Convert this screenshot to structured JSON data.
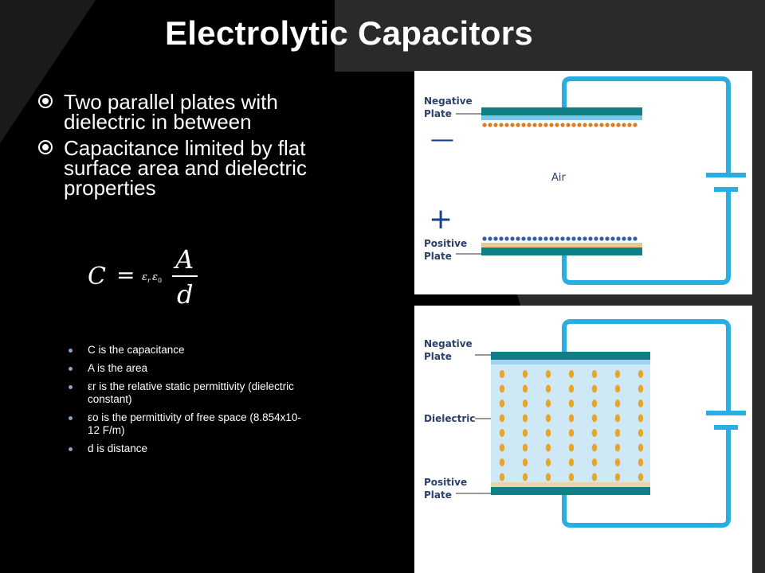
{
  "title": "Electrolytic Capacitors",
  "bullets": [
    "Two parallel plates with dielectric in between",
    "Capacitance limited by flat surface area and dielectric properties"
  ],
  "formula": {
    "lhs": "C",
    "equals": "=",
    "coef_eps_r": "ε",
    "coef_r_sub": "r",
    "coef_eps_0": "ε",
    "coef_0_sub": "0",
    "numerator": "A",
    "denominator": "d"
  },
  "definitions": [
    "C is the capacitance",
    "A is the area",
    "εr is the relative static permittivity (dielectric constant)",
    "εo is the permittivity of free space (8.854x10-12 F/m)",
    "d is distance"
  ],
  "diagram_top": {
    "negative_plate_label_1": "Negative",
    "negative_plate_label_2": "Plate",
    "minus_sign": "—",
    "middle_label": "Air",
    "plus_sign": "+",
    "positive_plate_label_1": "Positive",
    "positive_plate_label_2": "Plate"
  },
  "diagram_bottom": {
    "negative_plate_label_1": "Negative",
    "negative_plate_label_2": "Plate",
    "middle_label": "Dielectric",
    "positive_plate_label_1": "Positive",
    "positive_plate_label_2": "Plate"
  },
  "colors": {
    "background": "#000000",
    "shape_gray": "#2b2b2b",
    "wire": "#29aee3",
    "plate": "#0f7f85",
    "label": "#2a3f6b"
  }
}
